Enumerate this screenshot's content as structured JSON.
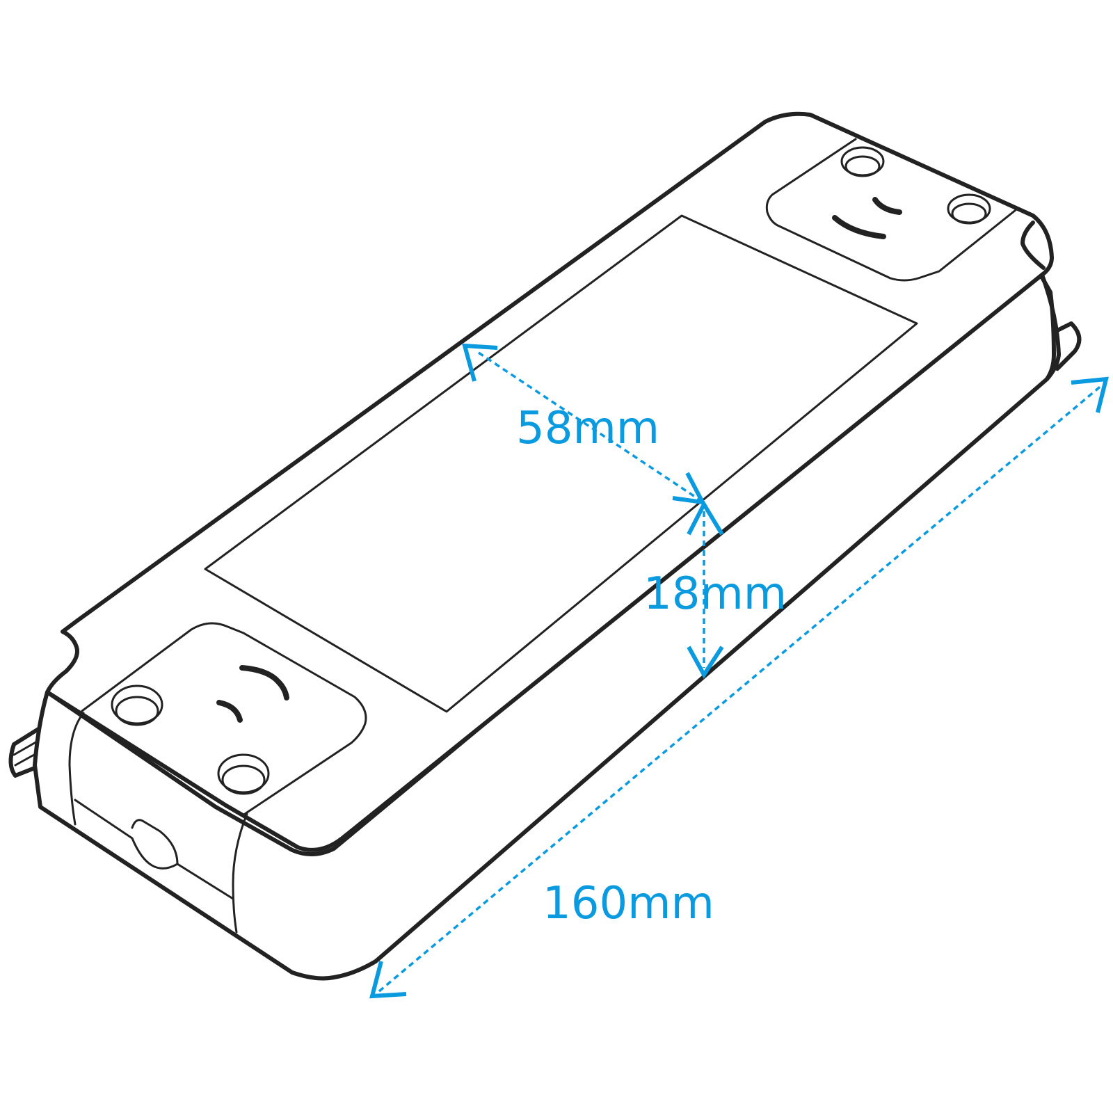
{
  "dimensions": {
    "width_label": "58mm",
    "height_label": "18mm",
    "length_label": "160mm"
  },
  "colors": {
    "dimension": "#0a9ae0",
    "outline": "#222222"
  }
}
